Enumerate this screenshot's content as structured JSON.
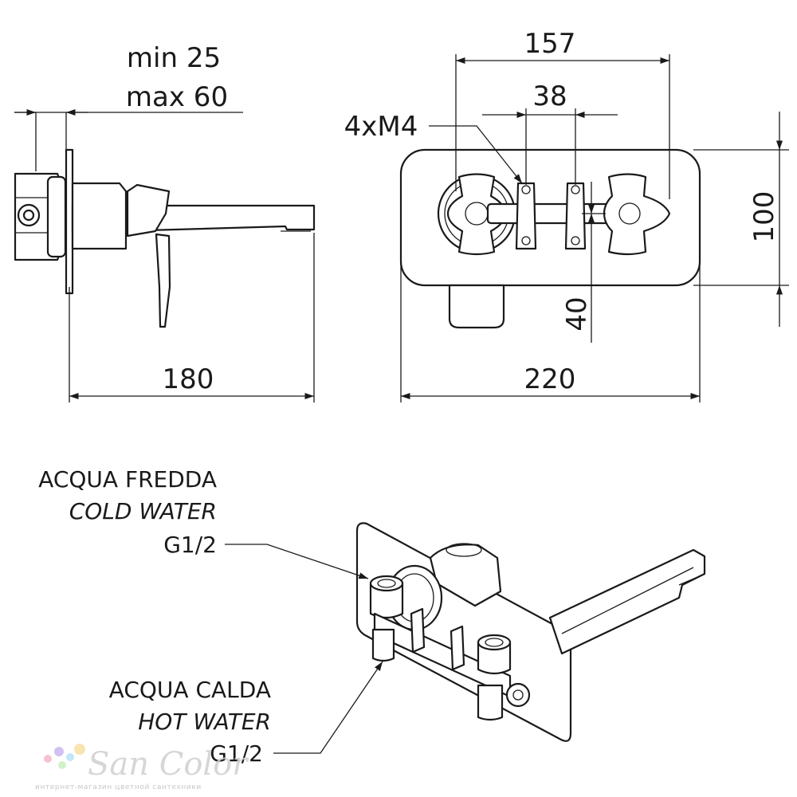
{
  "side_view": {
    "depth_min": "min 25",
    "depth_max": "max 60",
    "spout_length": "180"
  },
  "front_view": {
    "handle_spacing": "157",
    "mount_spacing": "38",
    "screws": "4xM4",
    "plate_height": "100",
    "lever_offset": "40",
    "plate_width": "220"
  },
  "connections": {
    "cold_it": "ACQUA FREDDA",
    "cold_en": "COLD WATER",
    "cold_thread": "G1/2",
    "hot_it": "ACQUA CALDA",
    "hot_en": "HOT WATER",
    "hot_thread": "G1/2"
  },
  "watermark": {
    "brand": "San Color",
    "tagline": "интернет-магазин цветной сантехники",
    "dot_colors": [
      "#f5b7c8",
      "#c9b8f0",
      "#b7e3f5",
      "#f7e0a3",
      "#c8f0c0"
    ]
  }
}
